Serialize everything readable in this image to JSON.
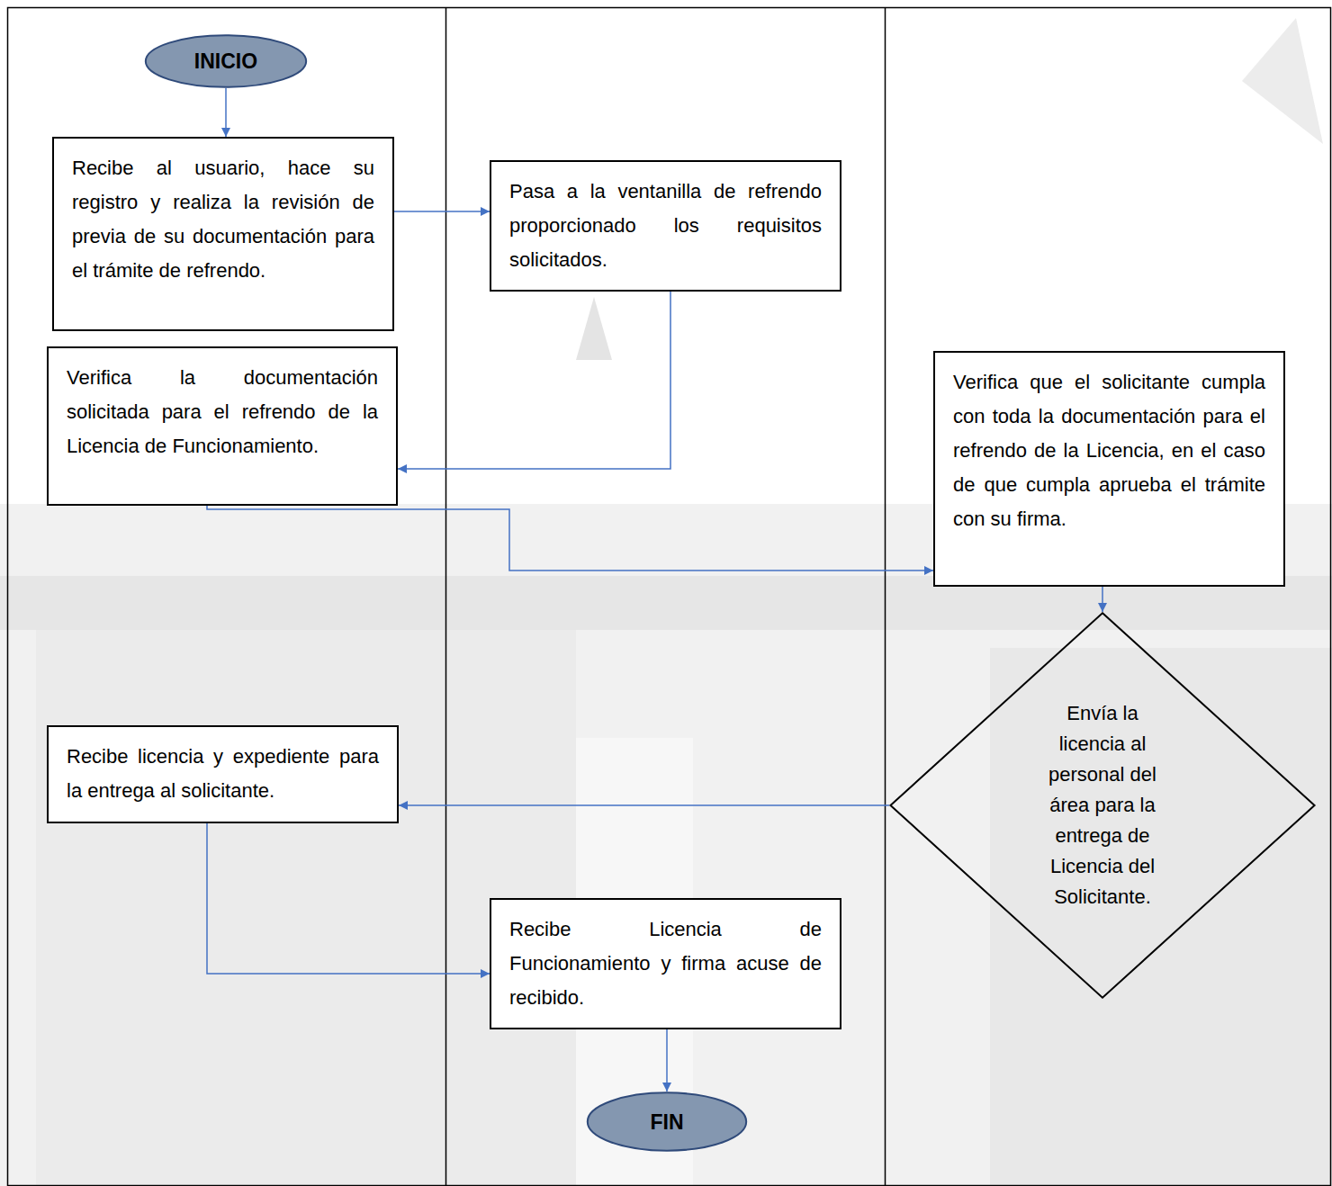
{
  "diagram": {
    "nodes": [
      {
        "text": [
          "INICIO"
        ]
      },
      {
        "text": [
          "Recibe al usuario, hace su registro y realiza la revisión de previa de su documentación para el trámite de refrendo."
        ]
      },
      {
        "text": [
          "Pasa a la ventanilla de refrendo proporcionado los requisitos solicitados."
        ]
      },
      {
        "text": [
          "Verifica la documentación solicitada para el refrendo de la Licencia de Funcionamiento."
        ]
      },
      {
        "text": [
          "Verifica que el solicitante cumpla con toda la documentación para el refrendo de la Licencia, en el caso de que cumpla aprueba el trámite con su firma."
        ]
      },
      {
        "text": [
          "Envía la licencia al personal del área para la entrega de Licencia del Solicitante."
        ]
      },
      {
        "text": [
          "Recibe licencia y expediente para la entrega al solicitante."
        ]
      },
      {
        "text": [
          "Recibe Licencia de Funcionamiento y firma acuse de recibido."
        ]
      },
      {
        "text": [
          "FIN"
        ]
      }
    ],
    "edges": [
      {
        "from": 0,
        "to": 1,
        "arrow": "to"
      },
      {
        "from": 1,
        "to": 2,
        "arrow": "to"
      },
      {
        "from": 2,
        "to": 3,
        "arrow": "to"
      },
      {
        "from": 3,
        "to": 4,
        "arrow": "to"
      },
      {
        "from": 4,
        "to": 5,
        "arrow": "to"
      },
      {
        "from": 5,
        "to": 6,
        "arrow": "to"
      },
      {
        "from": 6,
        "to": 7,
        "arrow": "to"
      },
      {
        "from": 7,
        "to": 8,
        "arrow": "to"
      }
    ]
  }
}
